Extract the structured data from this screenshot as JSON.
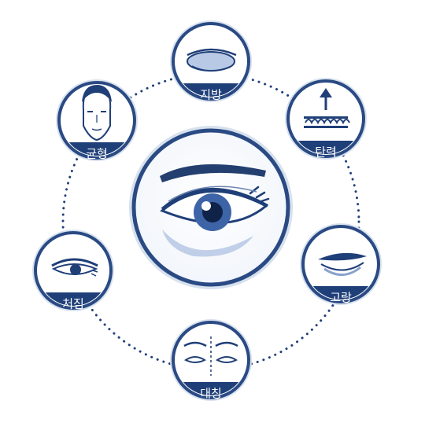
{
  "colors": {
    "navy": "#1f3f78",
    "ring": "#2a4a84",
    "ring_light": "#c9d6e8",
    "fill_light": "#eef3fa",
    "dots": "#1f3f78"
  },
  "center": {
    "icon": "eye-icon"
  },
  "features": [
    {
      "id": "fat",
      "label": "지방",
      "icon": "eye-fat-pad-icon"
    },
    {
      "id": "elasticity",
      "label": "탄력",
      "icon": "spring-arrow-up-icon"
    },
    {
      "id": "groove",
      "label": "고랑",
      "icon": "under-eye-groove-icon"
    },
    {
      "id": "symmetry",
      "label": "대칭",
      "icon": "symmetric-eyes-icon"
    },
    {
      "id": "sagging",
      "label": "처짐",
      "icon": "sagging-eye-icon"
    },
    {
      "id": "balance",
      "label": "균형",
      "icon": "face-icon"
    }
  ]
}
